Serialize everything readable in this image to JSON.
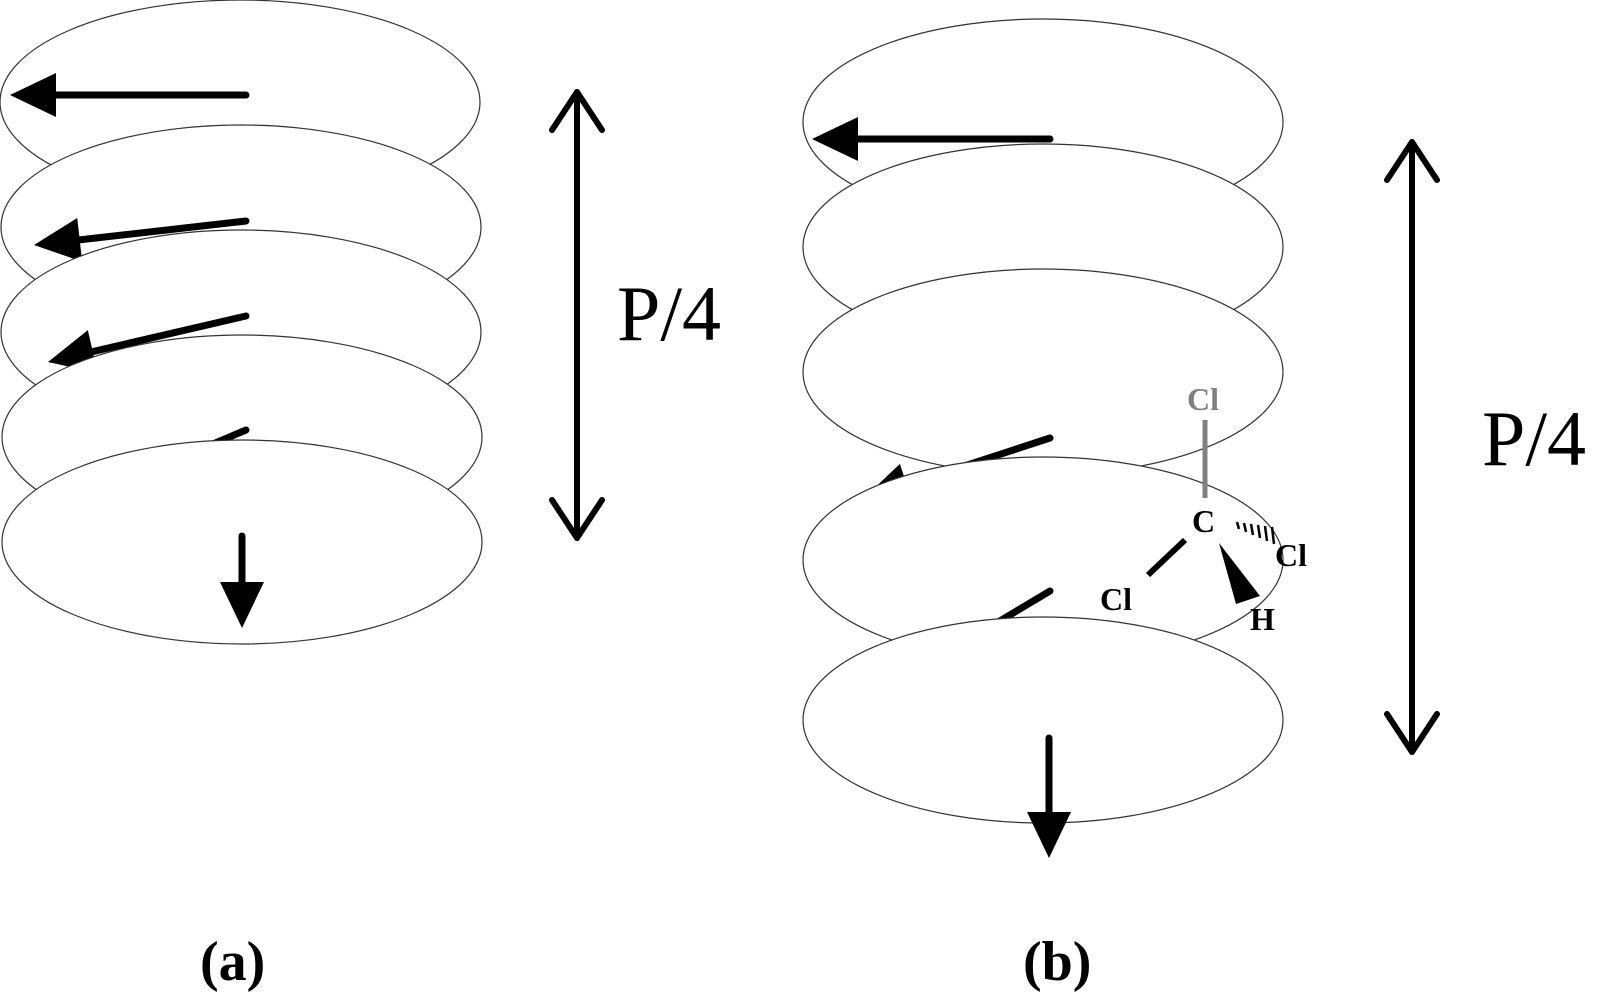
{
  "panel_a": {
    "label": "(a)",
    "pitch_label": "P/4",
    "layer_count": 5
  },
  "panel_b": {
    "label": "(b)",
    "pitch_label": "P/4",
    "layer_count": 5,
    "molecule": {
      "central_atom": "C",
      "top_atom": "Cl",
      "left_atom": "Cl",
      "right_atom": "Cl",
      "bottom_atom": "H"
    }
  },
  "colors": {
    "line": "#000000",
    "hatch": "#6a6a6a",
    "grey_atom": "#808080"
  }
}
